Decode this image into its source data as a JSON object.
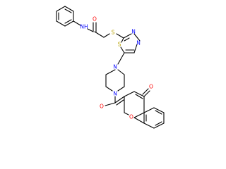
{
  "molecule": {
    "atoms": {
      "nh": "NH",
      "amide_o": "O",
      "thioether_s": "S",
      "thiadiazole_s": "S",
      "thiadiazole_n1": "N",
      "thiadiazole_n2": "N",
      "piperazine_n_top": "N",
      "piperazine_n_bottom": "N",
      "ketone_o": "O",
      "chromone_carbonyl_o": "O",
      "chromone_ring_o": "O"
    },
    "colors": {
      "bond": "#000000",
      "nitrogen": "#0000ff",
      "oxygen": "#ff0000",
      "sulfur": "#b8a200"
    }
  }
}
